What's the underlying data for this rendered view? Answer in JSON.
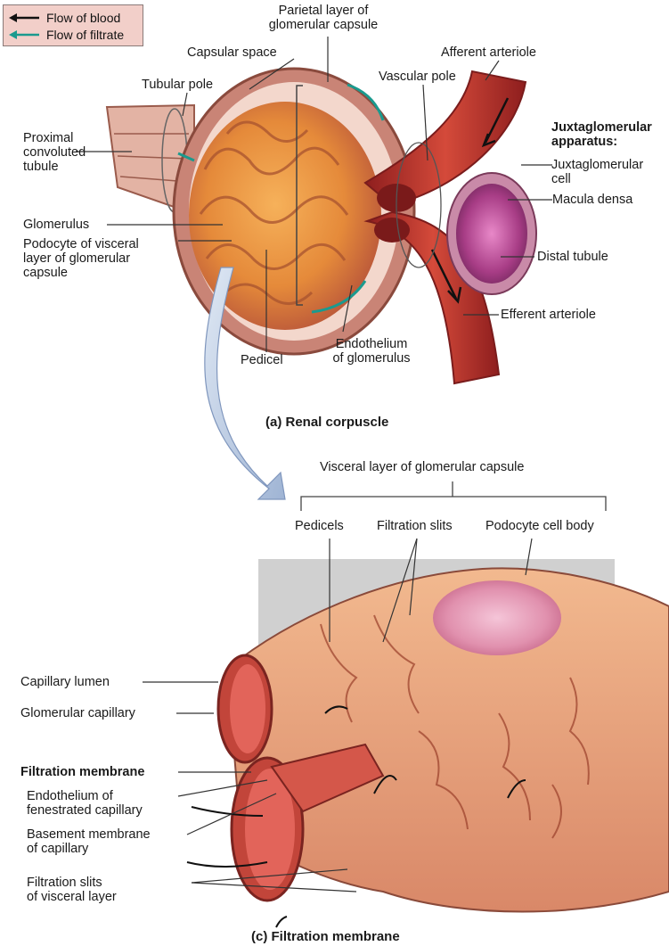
{
  "legend": {
    "blood": {
      "label": "Flow of blood",
      "color": "#111111"
    },
    "filtrate": {
      "label": "Flow of filtrate",
      "color": "#1a9a8e"
    }
  },
  "panel_a": {
    "caption": "(a) Renal corpuscle",
    "labels": {
      "parietal_layer": "Parietal layer of\nglomerular capsule",
      "capsular_space": "Capsular space",
      "tubular_pole": "Tubular pole",
      "vascular_pole": "Vascular pole",
      "afferent_arteriole": "Afferent arteriole",
      "juxtaglomerular_apparatus": "Juxtaglomerular\napparatus:",
      "juxtaglomerular_cell": "Juxtaglomerular\ncell",
      "macula_densa": "Macula densa",
      "distal_tubule": "Distal tubule",
      "efferent_arteriole": "Efferent arteriole",
      "proximal_convoluted_tubule": "Proximal\nconvoluted\ntubule",
      "glomerulus": "Glomerulus",
      "podocyte": "Podocyte of visceral\nlayer of glomerular\ncapsule",
      "pedicel": "Pedicel",
      "endothelium": "Endothelium\nof glomerulus"
    }
  },
  "panel_c": {
    "caption": "(c) Filtration membrane",
    "labels": {
      "visceral_layer": "Visceral layer of glomerular capsule",
      "pedicels": "Pedicels",
      "filtration_slits_top": "Filtration slits",
      "podocyte_cell_body": "Podocyte cell body",
      "capillary_lumen": "Capillary lumen",
      "glomerular_capillary": "Glomerular capillary",
      "filtration_membrane": "Filtration membrane",
      "endothelium_fenestrated": "Endothelium of\nfenestrated capillary",
      "basement_membrane": "Basement membrane\nof capillary",
      "filtration_slits_visceral": "Filtration slits\nof visceral layer"
    }
  }
}
